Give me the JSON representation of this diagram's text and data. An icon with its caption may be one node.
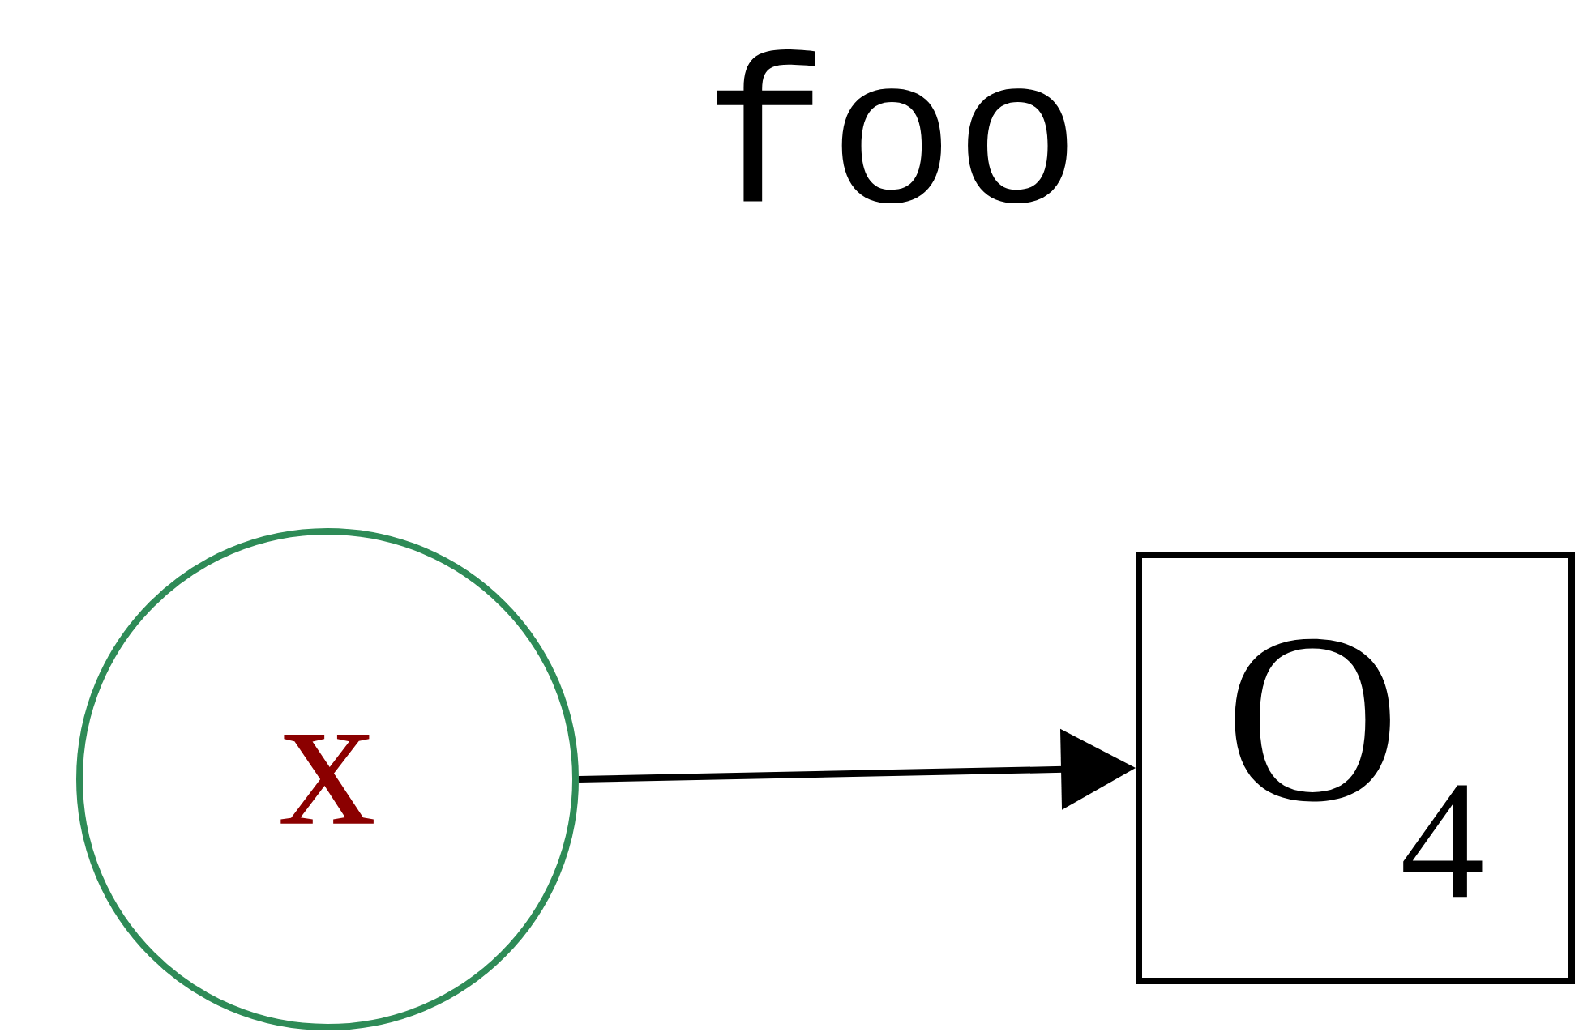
{
  "diagram": {
    "title": "foo",
    "nodes": [
      {
        "text": [
          "x"
        ]
      },
      {
        "text": [
          "O$_{4}$"
        ]
      }
    ],
    "edges": [
      {
        "from": 0,
        "to": 1,
        "arrow": "to"
      }
    ]
  }
}
